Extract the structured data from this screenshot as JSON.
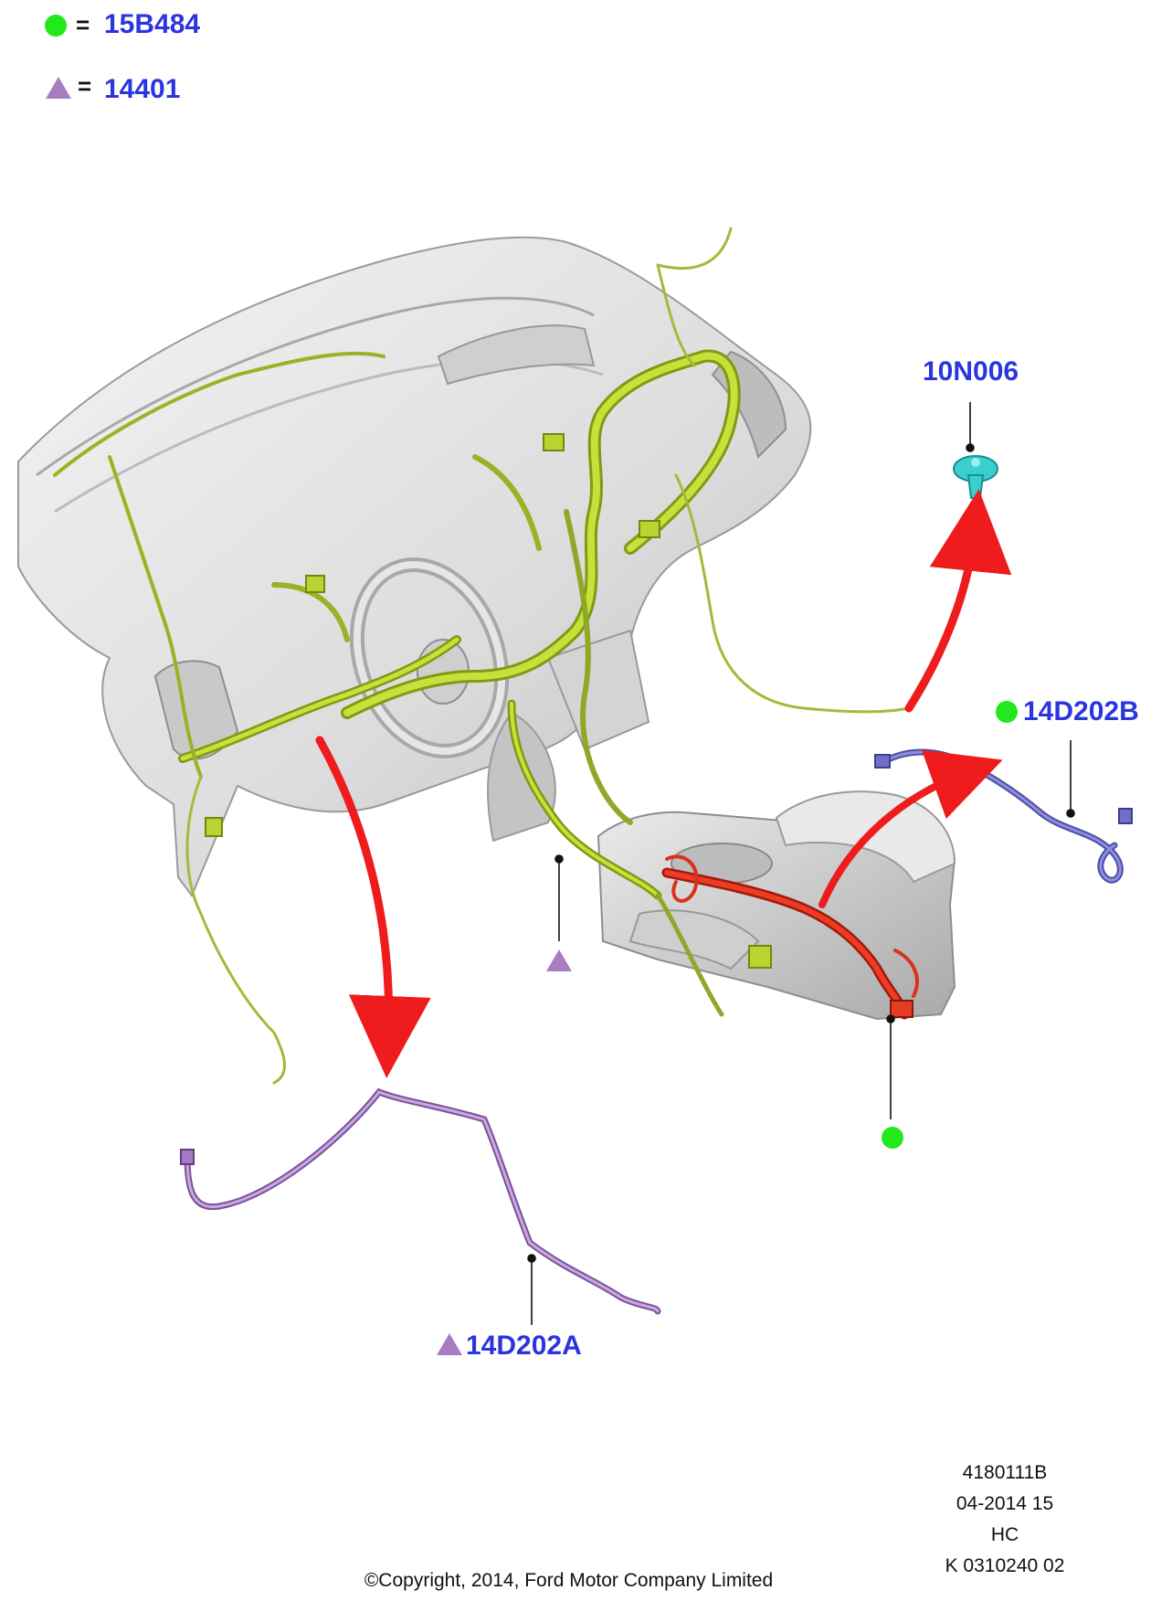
{
  "legend": {
    "items": [
      {
        "symbol": "circle",
        "equals": "=",
        "code": "15B484"
      },
      {
        "symbol": "triangle",
        "equals": "=",
        "code": "14401"
      }
    ]
  },
  "parts": {
    "clip": "10N006",
    "harness_b": "14D202B",
    "harness_a": "14D202A"
  },
  "reference": {
    "lines": [
      "4180111B",
      "04-2014 15",
      "HC",
      "K 0310240 02"
    ]
  },
  "copyright": "©Copyright, 2014, Ford Motor Company Limited",
  "colors": {
    "legend_text": "#2a35e0",
    "circle_marker": "#22e81c",
    "triangle_marker": "#a77ec2",
    "harness_main": "#a7c52a",
    "harness_console": "#e8321e",
    "harness_b": "#6f70c8",
    "harness_a": "#a47bc8",
    "clip": "#3bd0cf",
    "arrow": "#ee1c1c"
  },
  "icons": [
    "circle-marker-icon",
    "triangle-marker-icon",
    "red-arrow-icon"
  ]
}
